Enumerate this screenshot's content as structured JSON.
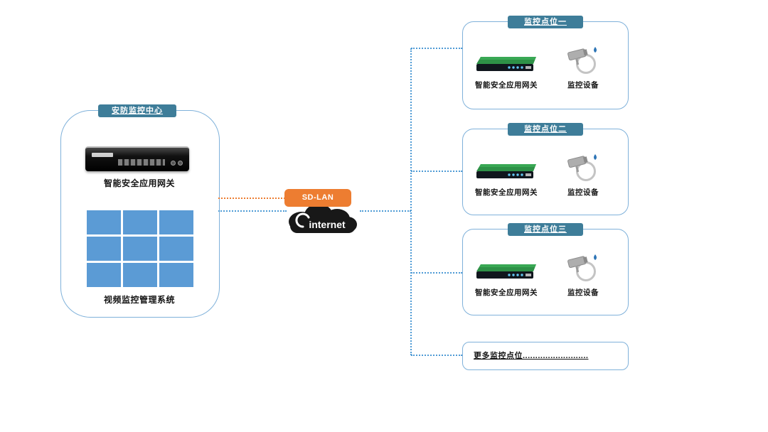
{
  "colors": {
    "box_border": "#7fb1da",
    "badge_bg": "#3e7d99",
    "grid_cell": "#5b9bd5",
    "sdlan_bg": "#ed7d31",
    "cloud_bg": "#181818",
    "line_blue": "#4f9bd5",
    "line_orange": "#ed7d31"
  },
  "center": {
    "title": "安防监控中心",
    "gateway_label": "智能安全应用网关",
    "vms_label": "视频监控管理系统"
  },
  "wan": {
    "sdlan_label": "SD-LAN",
    "internet_label": "internet"
  },
  "sites": [
    {
      "title": "监控点位一",
      "gateway_label": "智能安全应用网关",
      "camera_label": "监控设备"
    },
    {
      "title": "监控点位二",
      "gateway_label": "智能安全应用网关",
      "camera_label": "监控设备"
    },
    {
      "title": "监控点位三",
      "gateway_label": "智能安全应用网关",
      "camera_label": "监控设备"
    }
  ],
  "more": {
    "label": "更多监控点位.........................."
  }
}
